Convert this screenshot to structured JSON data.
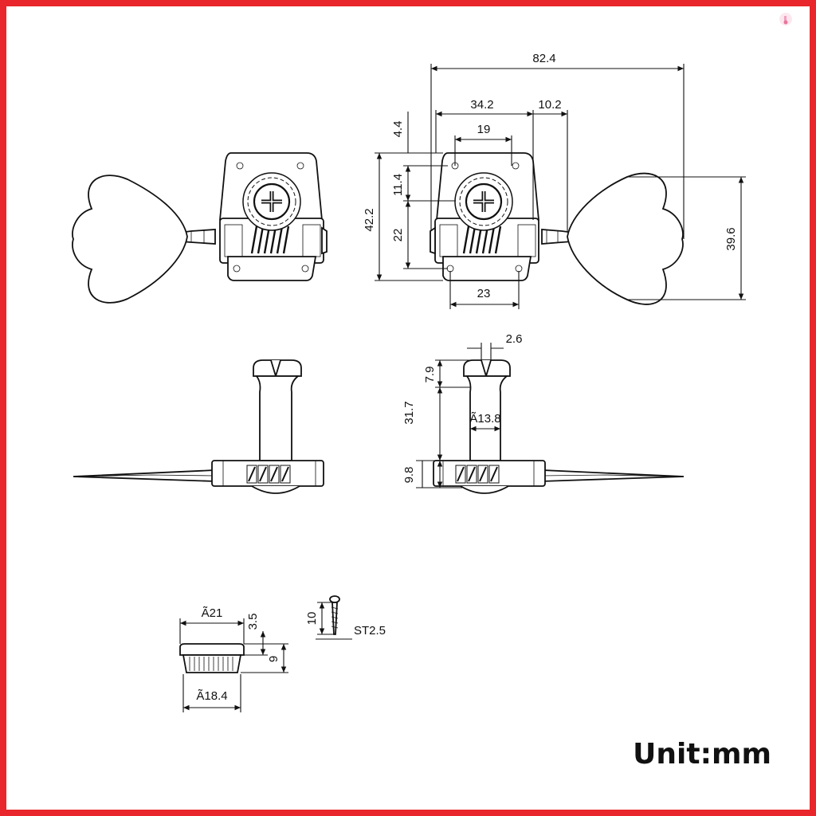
{
  "colors": {
    "frame": "#e8262b",
    "line": "#111111",
    "background": "#ffffff"
  },
  "unit_label": "Unit:mm",
  "corner_icon": "pink-figure-icon",
  "dimensions": {
    "overall_width": "82.4",
    "base_width": "34.2",
    "post_offset": "10.2",
    "hole_spacing_top": "19",
    "top_margin": "4.4",
    "gear_height": "11.4",
    "plate_height": "42.2",
    "lower_height": "22",
    "hole_spacing_bottom": "23",
    "button_height": "39.6",
    "slot_width": "2.6",
    "slot_depth": "7.9",
    "post_height": "31.7",
    "post_diameter": "Ã13.8",
    "base_thickness": "9.8",
    "bushing_outer_diameter": "Ã21",
    "bushing_flange": "3.5",
    "bushing_height": "9",
    "bushing_inner_diameter": "Ã18.4",
    "screw_length": "10",
    "screw_spec": "ST2.5"
  }
}
